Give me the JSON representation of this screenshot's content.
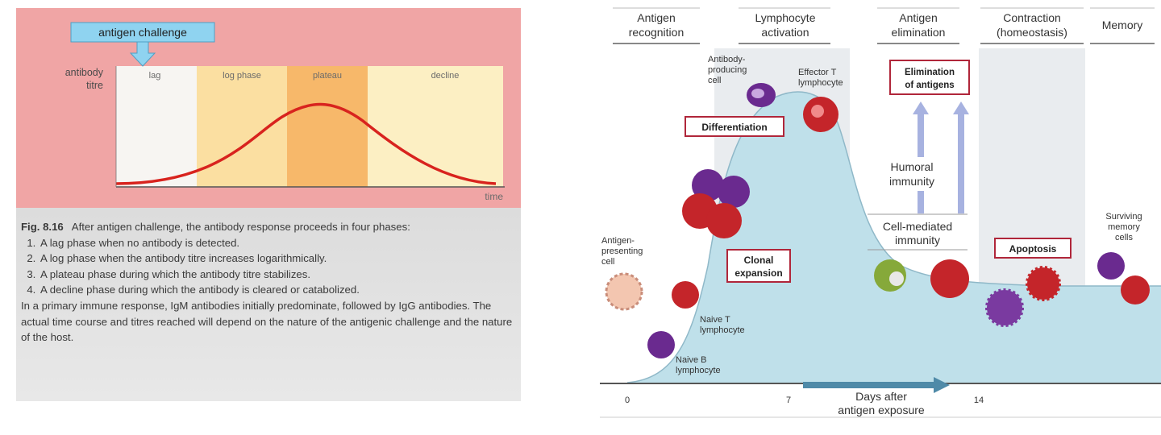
{
  "left_figure": {
    "antigen_challenge_label": "antigen challenge",
    "y_axis_label_line1": "antibody",
    "y_axis_label_line2": "titre",
    "x_axis_label": "time",
    "phases": [
      "lag",
      "log phase",
      "plateau",
      "decline"
    ],
    "colors": {
      "frame_bg": "#f0a5a5",
      "lag": "#f7f5f2",
      "log_phase": "#fbdfa1",
      "plateau": "#f7b86a",
      "decline": "#fcefc3",
      "curve": "#d8231e",
      "callout": "#8fd3f0"
    },
    "caption": {
      "fig_label": "Fig. 8.16",
      "intro": "After antigen challenge, the antibody response proceeds in four phases:",
      "items": [
        "A lag phase when no antibody is detected.",
        "A log phase when the antibody titre increases logarithmically.",
        "A plateau phase during which the antibody titre stabilizes.",
        "A decline phase during which the antibody is cleared or catabolized."
      ],
      "closing": "In a primary immune response, IgM antibodies initially predominate, followed by IgG antibodies. The actual time course and titres reached will depend on the nature of the antigenic challenge and the nature of the host."
    }
  },
  "right_figure": {
    "phase_headers": [
      {
        "line1": "Antigen",
        "line2": "recognition"
      },
      {
        "line1": "Lymphocyte",
        "line2": "activation"
      },
      {
        "line1": "Antigen",
        "line2": "elimination"
      },
      {
        "line1": "Contraction",
        "line2": "(homeostasis)"
      },
      {
        "line1": "Memory",
        "line2": ""
      }
    ],
    "boxed_labels": {
      "differentiation": "Differentiation",
      "clonal_line1": "Clonal",
      "clonal_line2": "expansion",
      "elimination_line1": "Elimination",
      "elimination_line2": "of antigens",
      "apoptosis": "Apoptosis"
    },
    "cell_labels": {
      "antibody_producing_line1": "Antibody-",
      "antibody_producing_line2": "producing",
      "antibody_producing_line3": "cell",
      "effector_t_line1": "Effector T",
      "effector_t_line2": "lymphocyte",
      "apc_line1": "Antigen-",
      "apc_line2": "presenting",
      "apc_line3": "cell",
      "naive_t_line1": "Naive T",
      "naive_t_line2": "lymphocyte",
      "naive_b_line1": "Naive B",
      "naive_b_line2": "lymphocyte",
      "memory_line1": "Surviving",
      "memory_line2": "memory",
      "memory_line3": "cells"
    },
    "immunity_labels": {
      "humoral_line1": "Humoral",
      "humoral_line2": "immunity",
      "cell_mediated_line1": "Cell-mediated",
      "cell_mediated_line2": "immunity"
    },
    "x_axis": {
      "ticks": [
        "0",
        "7",
        "14"
      ],
      "label_line1": "Days after",
      "label_line2": "antigen exposure"
    },
    "colors": {
      "curve_fill": "#bfe0ea",
      "band": "#e9ecef",
      "box_border": "#b0263a",
      "arrow": "#a7b2e0",
      "axis_arrow": "#4f8aa8",
      "t_cell": "#c4252a",
      "b_cell": "#6a2a8f"
    }
  }
}
